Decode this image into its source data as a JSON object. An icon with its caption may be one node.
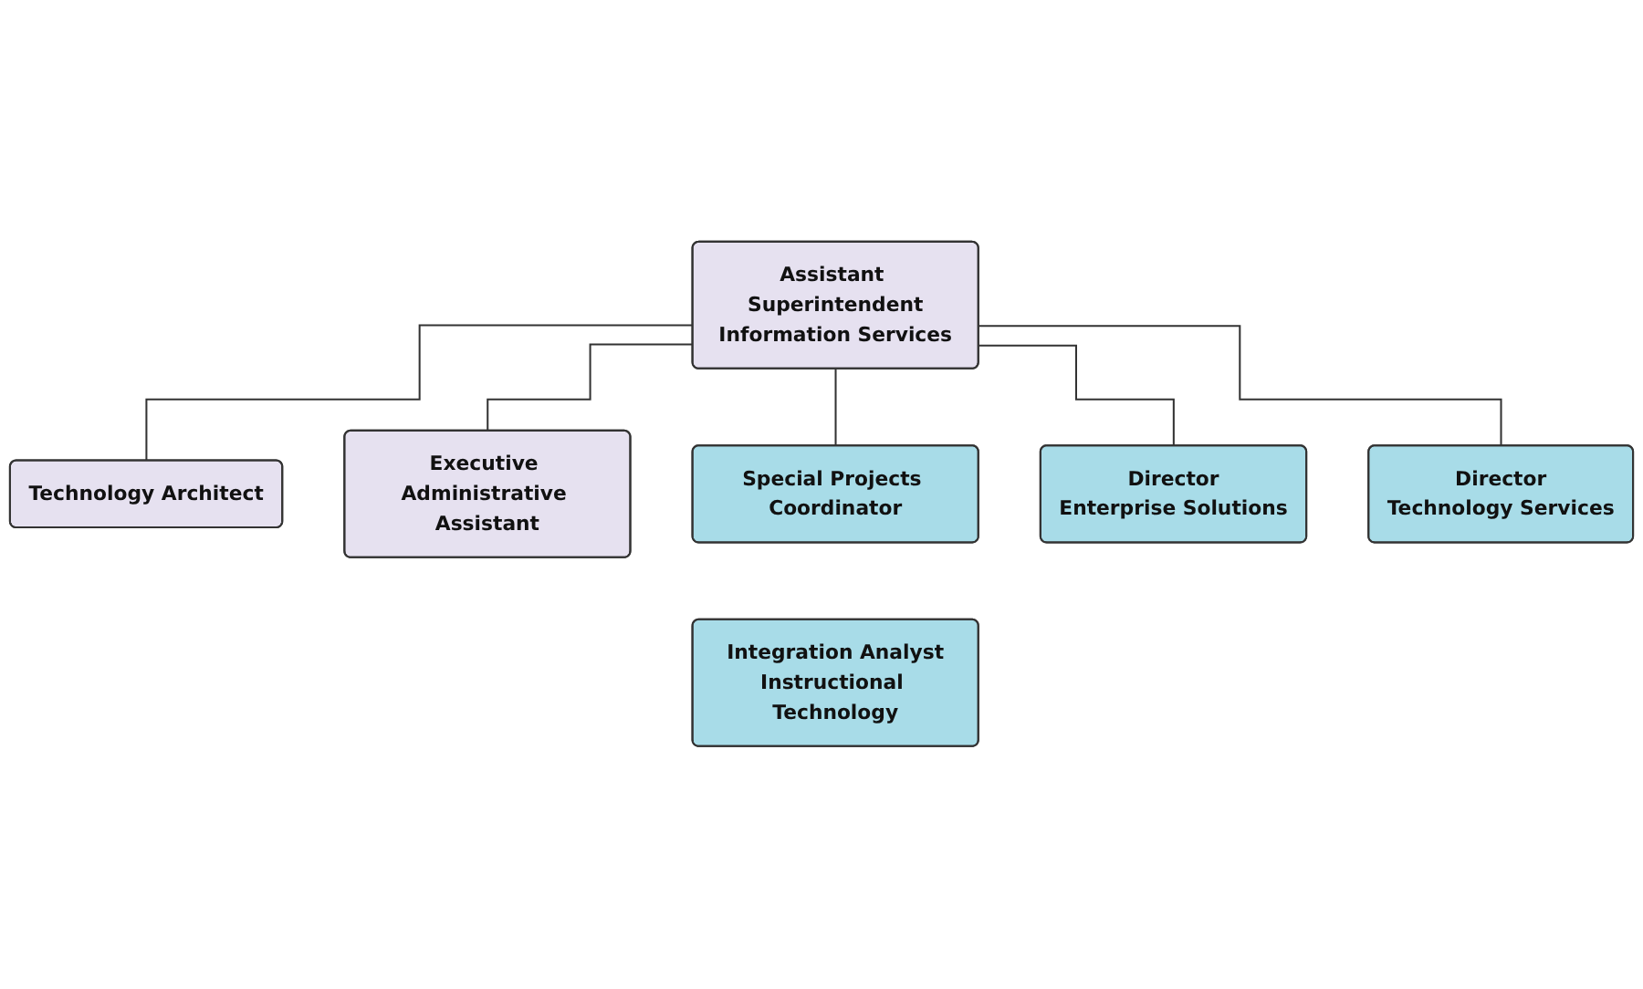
{
  "diagram": {
    "nodes": [
      {
        "text": [
          "Technology Architect"
        ]
      },
      {
        "text": [
          "Assistant Superintendent",
          "Information Services"
        ]
      },
      {
        "text": [
          "Executive Administrative Assistant"
        ]
      },
      {
        "text": [
          "Special Projects Coordinator"
        ]
      },
      {
        "text": [
          "Director",
          "Enterprise Solutions"
        ]
      },
      {
        "text": [
          "Director",
          "Technology Services"
        ]
      },
      {
        "text": [
          "Integration Analyst",
          "Instructional Technology"
        ]
      }
    ],
    "edges": [
      {
        "from": 1,
        "to": 0,
        "arrow": "none"
      },
      {
        "from": 1,
        "to": 2,
        "arrow": "none"
      },
      {
        "from": 1,
        "to": 3,
        "arrow": "none"
      },
      {
        "from": 1,
        "to": 4,
        "arrow": "none"
      },
      {
        "from": 1,
        "to": 5,
        "arrow": "none"
      }
    ]
  }
}
